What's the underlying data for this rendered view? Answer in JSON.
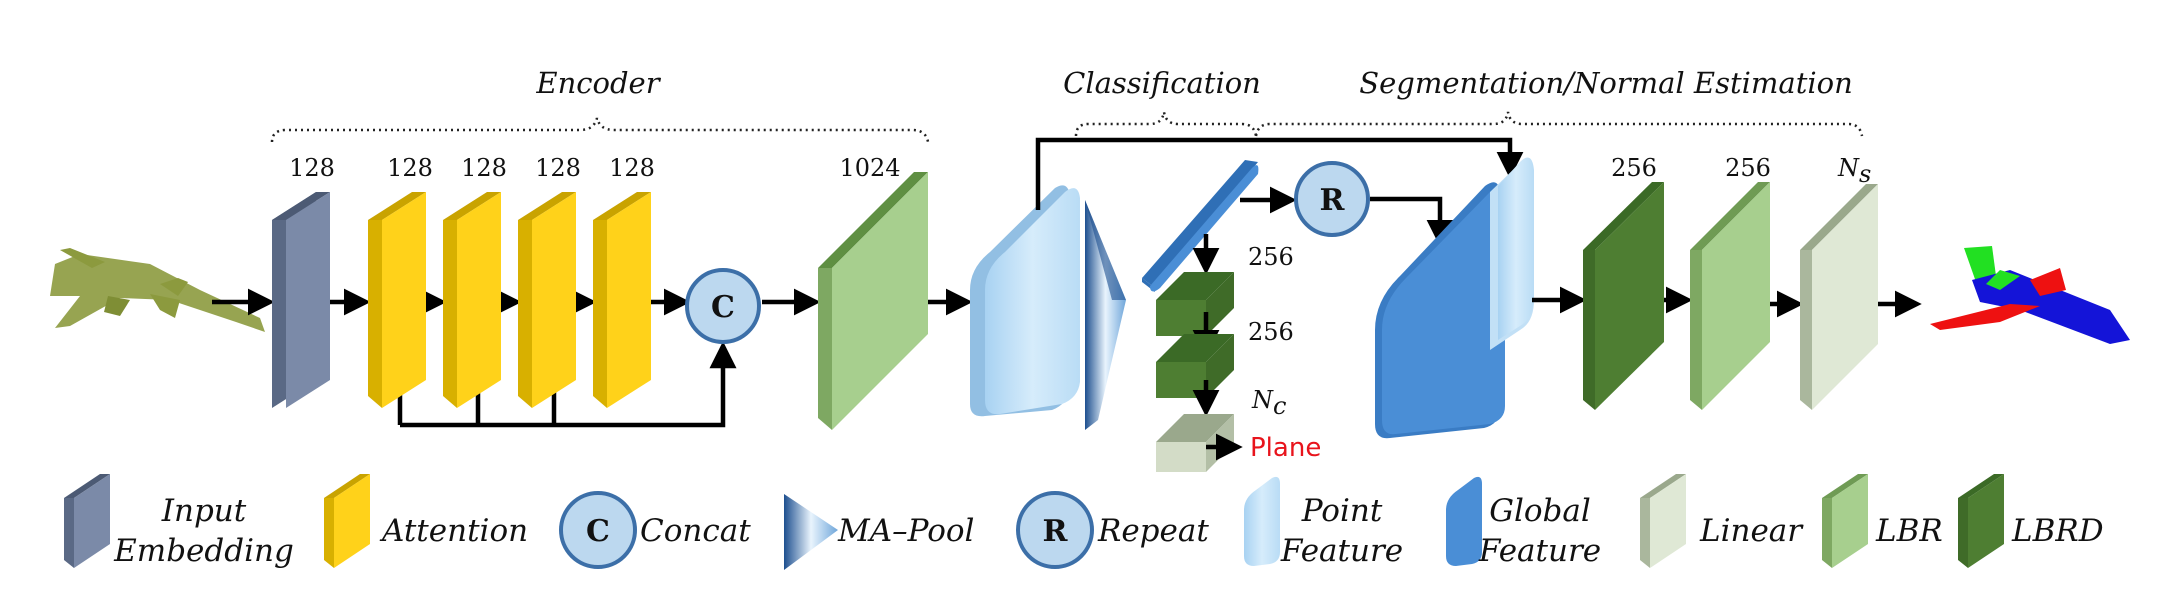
{
  "sections": {
    "encoder": "Encoder",
    "classification": "Classification",
    "segmentation": "Segmentation/Normal Estimation"
  },
  "dims": {
    "embedding": "128",
    "attention": [
      "128",
      "128",
      "128",
      "128"
    ],
    "lbr_1024": "1024",
    "cls_1": "256",
    "cls_2": "256",
    "cls_out_main": "N",
    "cls_out_sub": "c",
    "seg_1": "256",
    "seg_2": "256",
    "seg_out_main": "N",
    "seg_out_sub": "s"
  },
  "nodes": {
    "concat": "C",
    "repeat": "R",
    "cls_result": "Plane"
  },
  "legend": {
    "input_embedding": [
      "Input",
      "Embedding"
    ],
    "attention": "Attention",
    "concat_letter": "C",
    "concat": "Concat",
    "mapool": "MA–Pool",
    "repeat_letter": "R",
    "repeat": "Repeat",
    "point_feature": [
      "Point",
      "Feature"
    ],
    "global_feature": [
      "Global",
      "Feature"
    ],
    "linear": "Linear",
    "lbr": "LBR",
    "lbrd": "LBRD"
  },
  "colors": {
    "embedding": "#7b8aa8",
    "attention": "#ffd21a",
    "lbr": "#a7cf8e",
    "lbrd": "#4e7e32",
    "linear": "#dfe8d5",
    "point_feature": "#c2e0f6",
    "global_feature": "#4a8ed6",
    "circle": "#bcd8ef",
    "circle_border": "#3c6fa8",
    "cls_result": "#e8141c"
  }
}
